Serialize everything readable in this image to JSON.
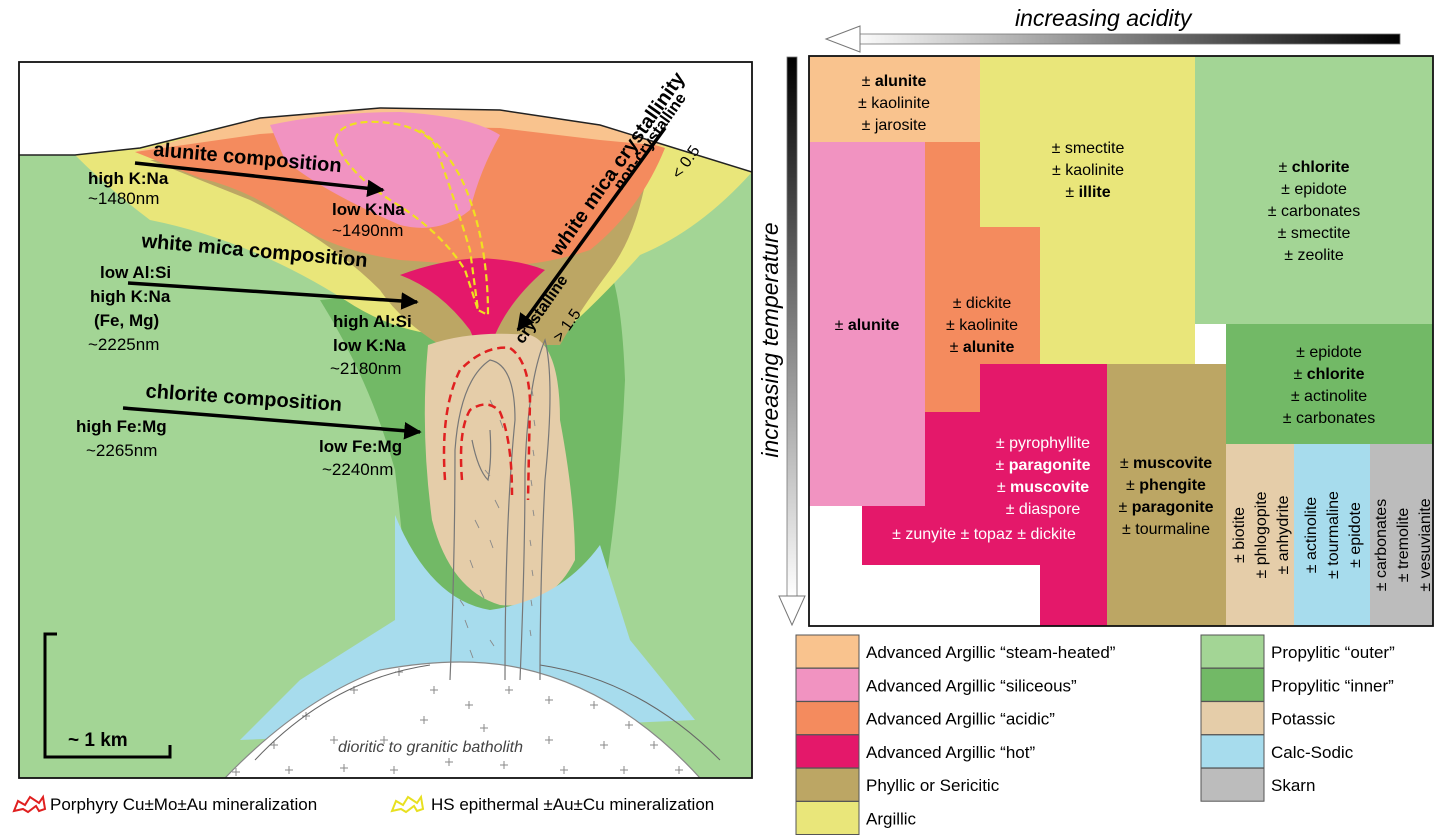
{
  "cross_section": {
    "alunite_arrow": {
      "title": "alunite composition",
      "left": [
        "high K:Na",
        "~1480nm"
      ],
      "right": [
        "low K:Na",
        "~1490nm"
      ]
    },
    "mica_arrow": {
      "title": "white mica composition",
      "left": [
        "low Al:Si",
        "high K:Na",
        "(Fe, Mg)",
        "~2225nm"
      ],
      "right": [
        "high Al:Si",
        "low K:Na",
        "~2180nm"
      ]
    },
    "chlorite_arrow": {
      "title": "chlorite composition",
      "left": [
        "high Fe:Mg",
        "~2265nm"
      ],
      "right": [
        "low Fe:Mg",
        "~2240nm"
      ]
    },
    "crystallinity": {
      "title": "white mica crystallinity",
      "non_crystalline": "non-crystalline",
      "non_crystalline_value": "< 0.5",
      "crystalline": "crystalline",
      "crystalline_value": "> 1.5"
    },
    "batholith": "dioritic to granitic batholith",
    "scale": "~ 1 km"
  },
  "bottom_legend": {
    "porphyry": "Porphyry Cu±Mo±Au mineralization",
    "hs": "HS epithermal ±Au±Cu mineralization"
  },
  "matrix": {
    "x_axis": "increasing acidity",
    "y_axis": "increasing temperature",
    "cells": {
      "steam": [
        "± ",
        "alunite",
        "± kaolinite",
        "± jarosite"
      ],
      "argillic": [
        "± smectite",
        "± kaolinite",
        "± ",
        "illite"
      ],
      "propy_outer": [
        "± ",
        "chlorite",
        "± epidote",
        "± carbonates",
        "± smectite",
        "± zeolite"
      ],
      "siliceous": [
        "± ",
        "alunite"
      ],
      "acidic": [
        "± dickite",
        "± kaolinite",
        "± ",
        "alunite"
      ],
      "propy_inner": [
        "± epidote",
        "± ",
        "chlorite",
        "± actinolite",
        "± carbonates"
      ],
      "hot": [
        "± pyrophyllite",
        "± ",
        "paragonite",
        "± ",
        "muscovite",
        "± diaspore"
      ],
      "hot_bottom": "± zunyite ± topaz ± dickite",
      "phyllic": [
        "± ",
        "muscovite",
        "± ",
        "phengite",
        "± ",
        "paragonite",
        "± tourmaline"
      ],
      "potassic": [
        "± biotite",
        "± phlogopite",
        "± anhydrite"
      ],
      "calcsodic": [
        "± actinolite",
        "± tourmaline",
        "± epidote"
      ],
      "skarn": [
        "± carbonates",
        "± tremolite",
        "± vesuvianite"
      ]
    }
  },
  "legend": [
    {
      "label": "Advanced Argillic “steam-heated”",
      "color": "#f9c38e"
    },
    {
      "label": "Advanced Argillic “siliceous”",
      "color": "#f193c1"
    },
    {
      "label": "Advanced Argillic “acidic”",
      "color": "#f48b5e"
    },
    {
      "label": "Advanced Argillic “hot”",
      "color": "#e4186a"
    },
    {
      "label": "Phyllic or Sericitic",
      "color": "#bca664"
    },
    {
      "label": "Argillic",
      "color": "#e9e67a"
    },
    {
      "label": "Propylitic “outer”",
      "color": "#a3d595"
    },
    {
      "label": "Propylitic “inner”",
      "color": "#72b966"
    },
    {
      "label": "Potassic",
      "color": "#e5cda9"
    },
    {
      "label": "Calc-Sodic",
      "color": "#a7dced"
    },
    {
      "label": "Skarn",
      "color": "#bcbcbc"
    }
  ]
}
